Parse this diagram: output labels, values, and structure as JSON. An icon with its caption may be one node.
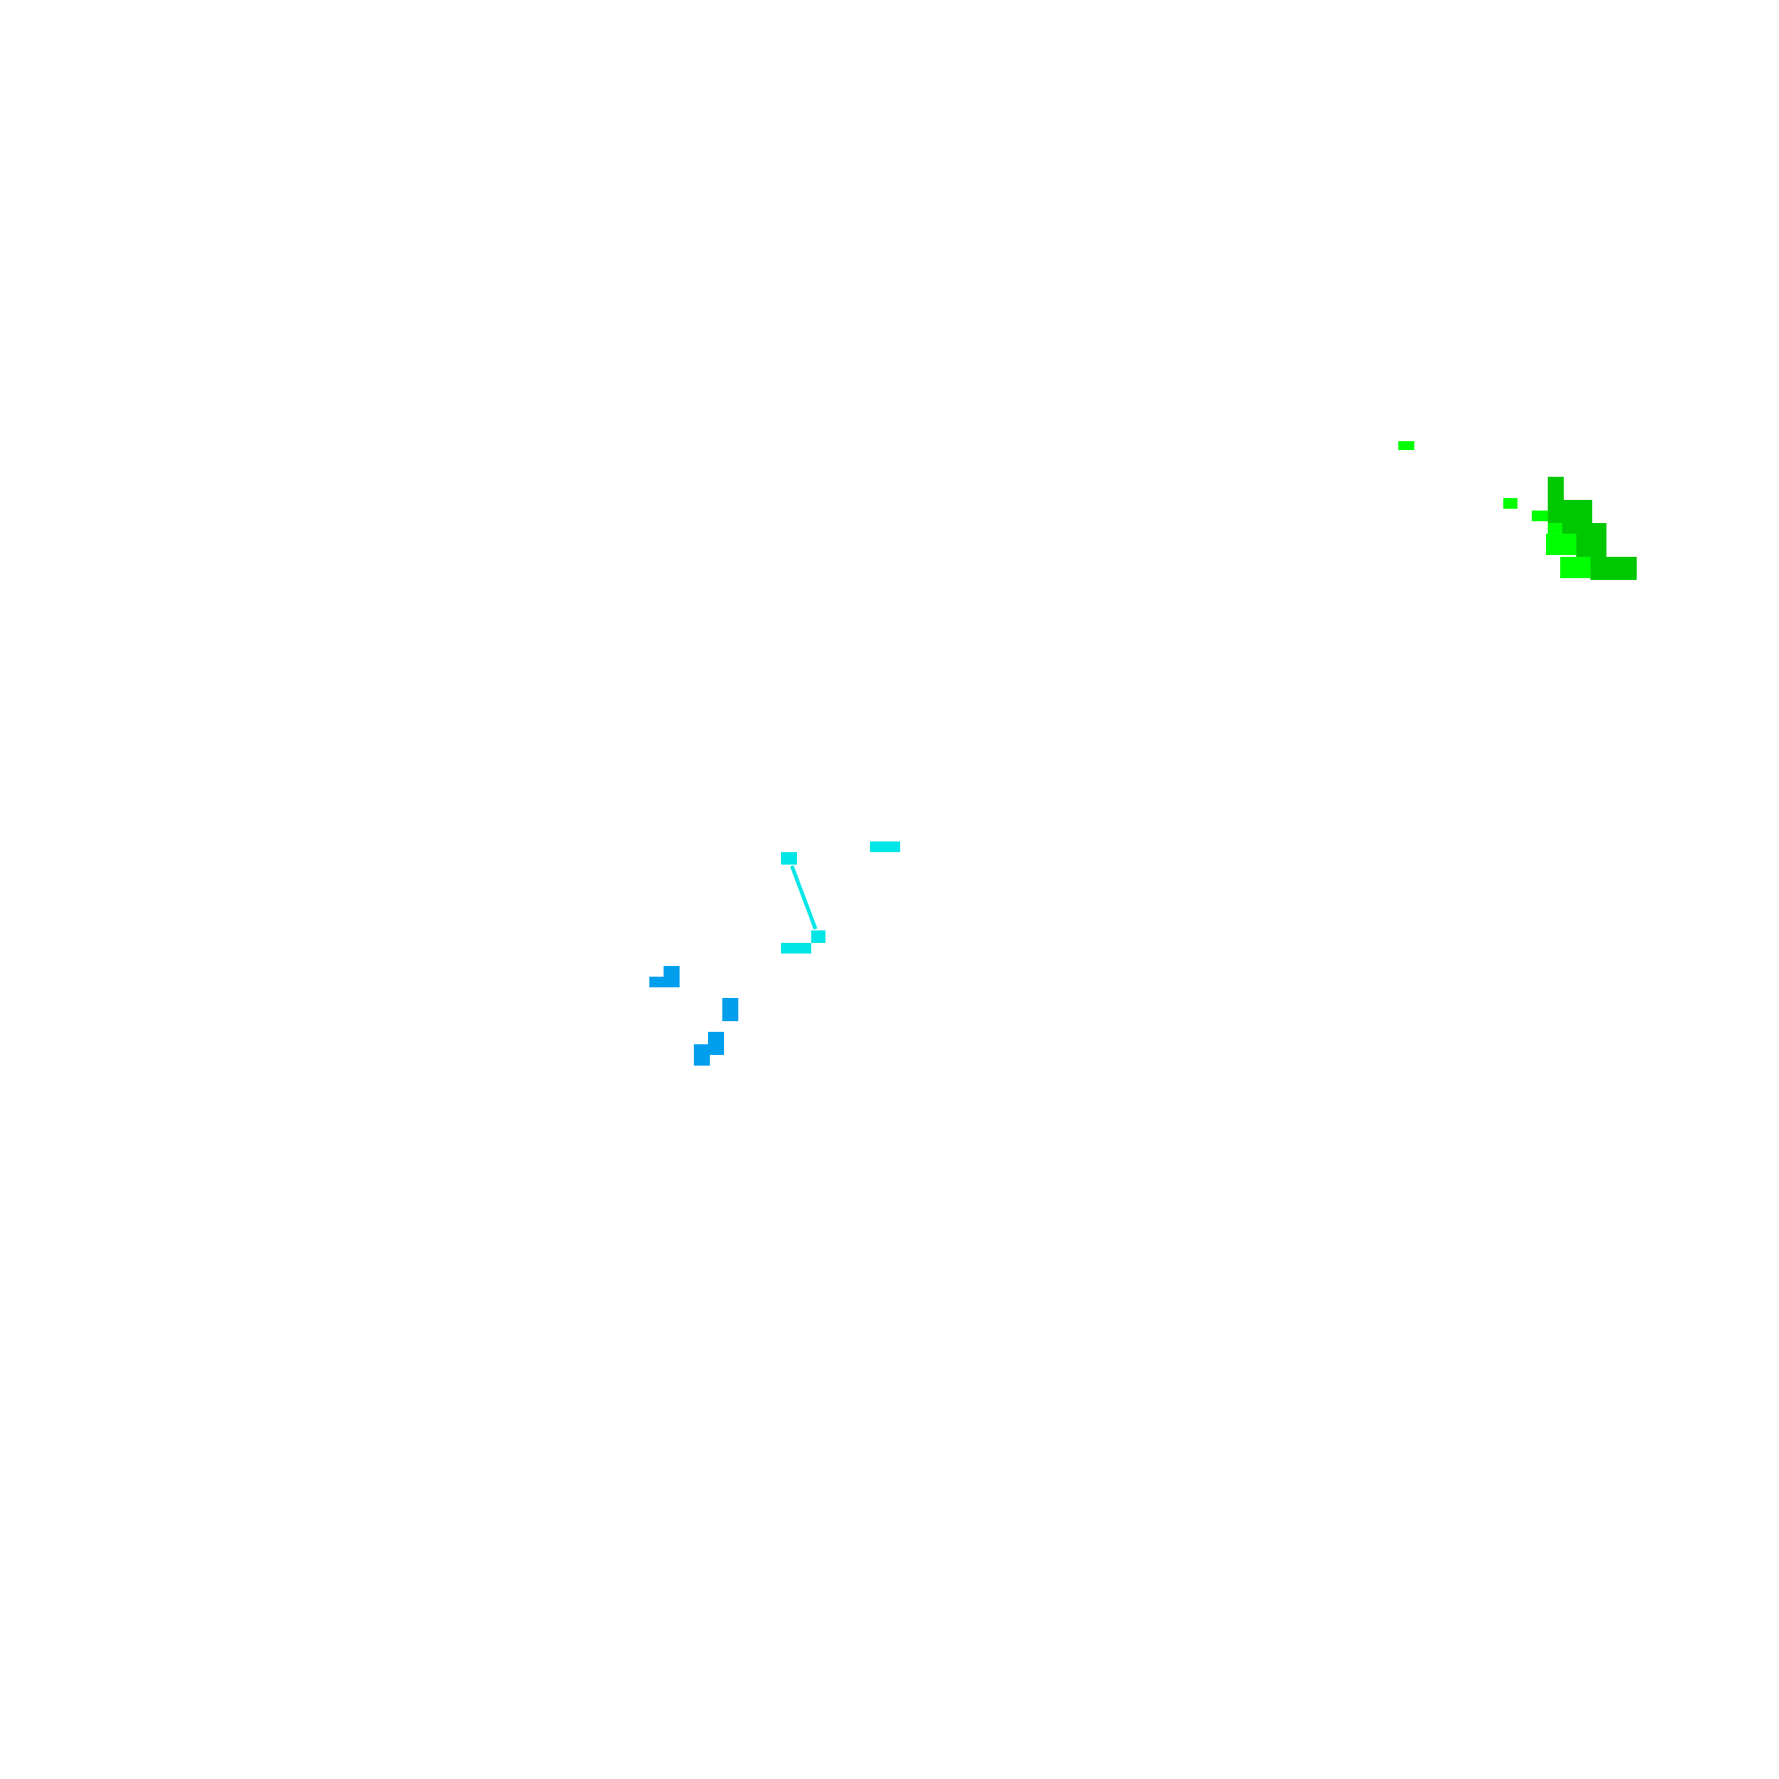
{
  "diagram": {
    "nodes": [
      {
        "text": [],
        "shape": "box"
      },
      {
        "text": [],
        "shape": "box"
      }
    ],
    "edges": [
      {
        "from": 0,
        "to": 1,
        "arrow": "none"
      }
    ]
  }
}
